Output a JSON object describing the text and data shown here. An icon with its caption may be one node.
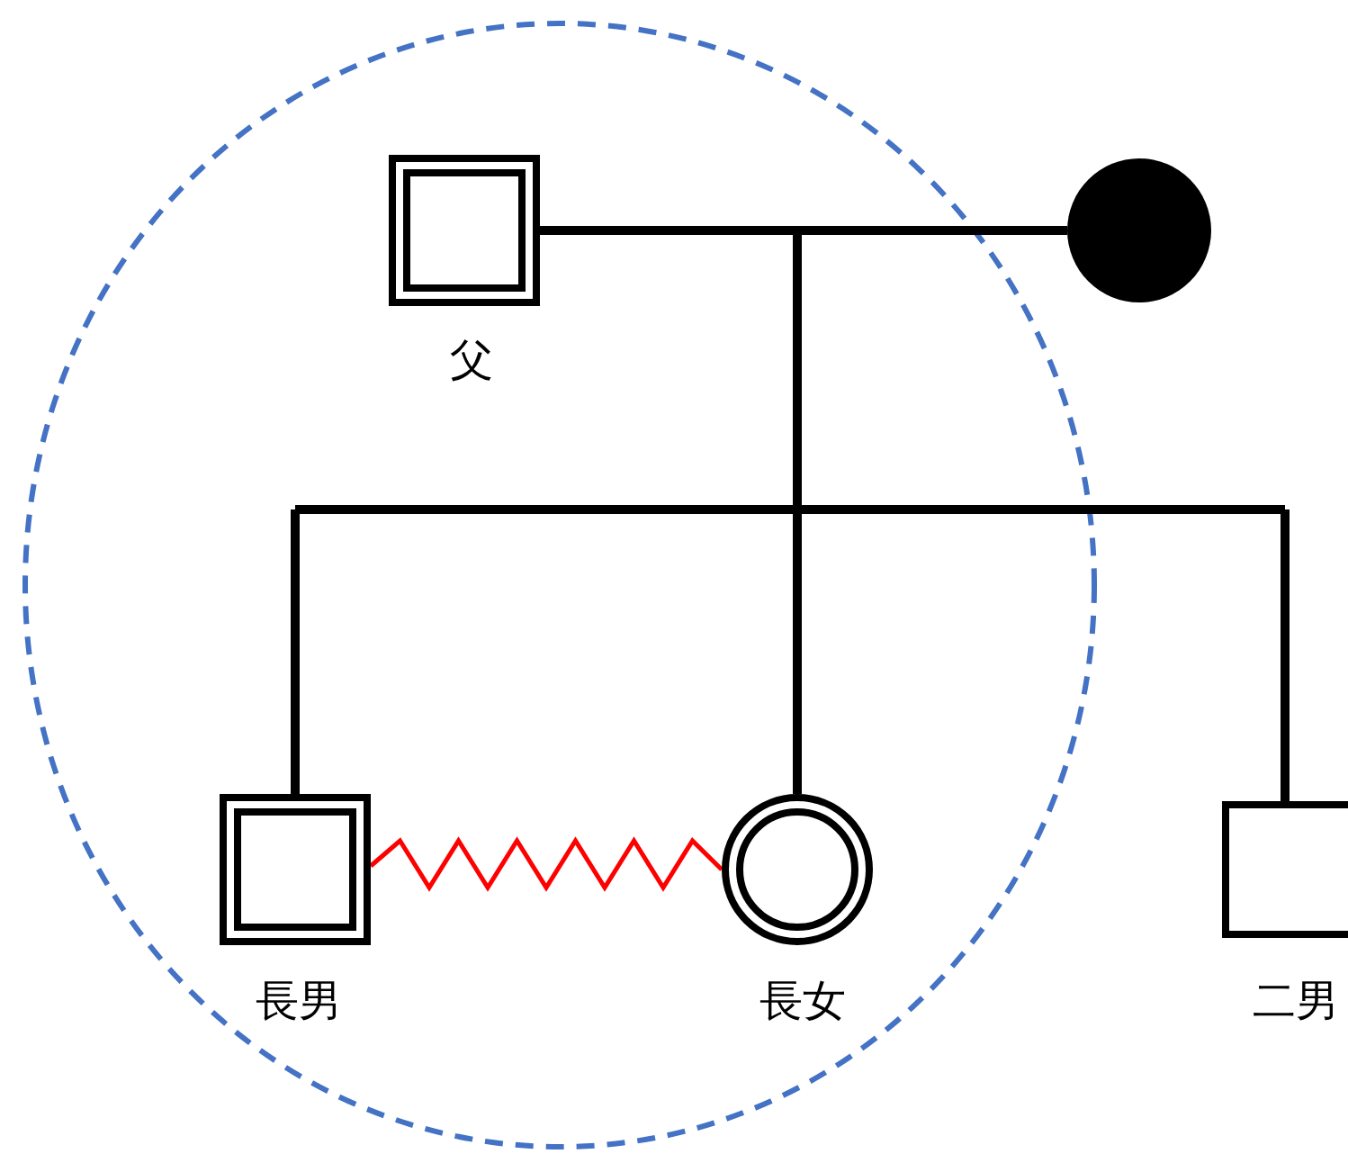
{
  "diagram": {
    "nodes": [
      {
        "text": [
          "父"
        ]
      },
      {
        "text": [],
        "shape": "circle"
      },
      {
        "text": [
          "長男"
        ]
      },
      {
        "text": [
          "長女"
        ]
      },
      {
        "text": [
          "二男"
        ]
      }
    ],
    "edges": [
      {
        "from": 0,
        "to": 1,
        "arrow": "none"
      },
      {
        "from": 0,
        "to": 2,
        "arrow": "none"
      },
      {
        "from": 0,
        "to": 3,
        "arrow": "none"
      },
      {
        "from": 0,
        "to": 4,
        "arrow": "none"
      },
      {
        "from": 1,
        "to": 2,
        "arrow": "none"
      },
      {
        "from": 1,
        "to": 3,
        "arrow": "none"
      },
      {
        "from": 1,
        "to": 4,
        "arrow": "none"
      },
      {
        "from": 2,
        "to": 3,
        "arrow": "none",
        "color": "#ff0000"
      }
    ]
  }
}
